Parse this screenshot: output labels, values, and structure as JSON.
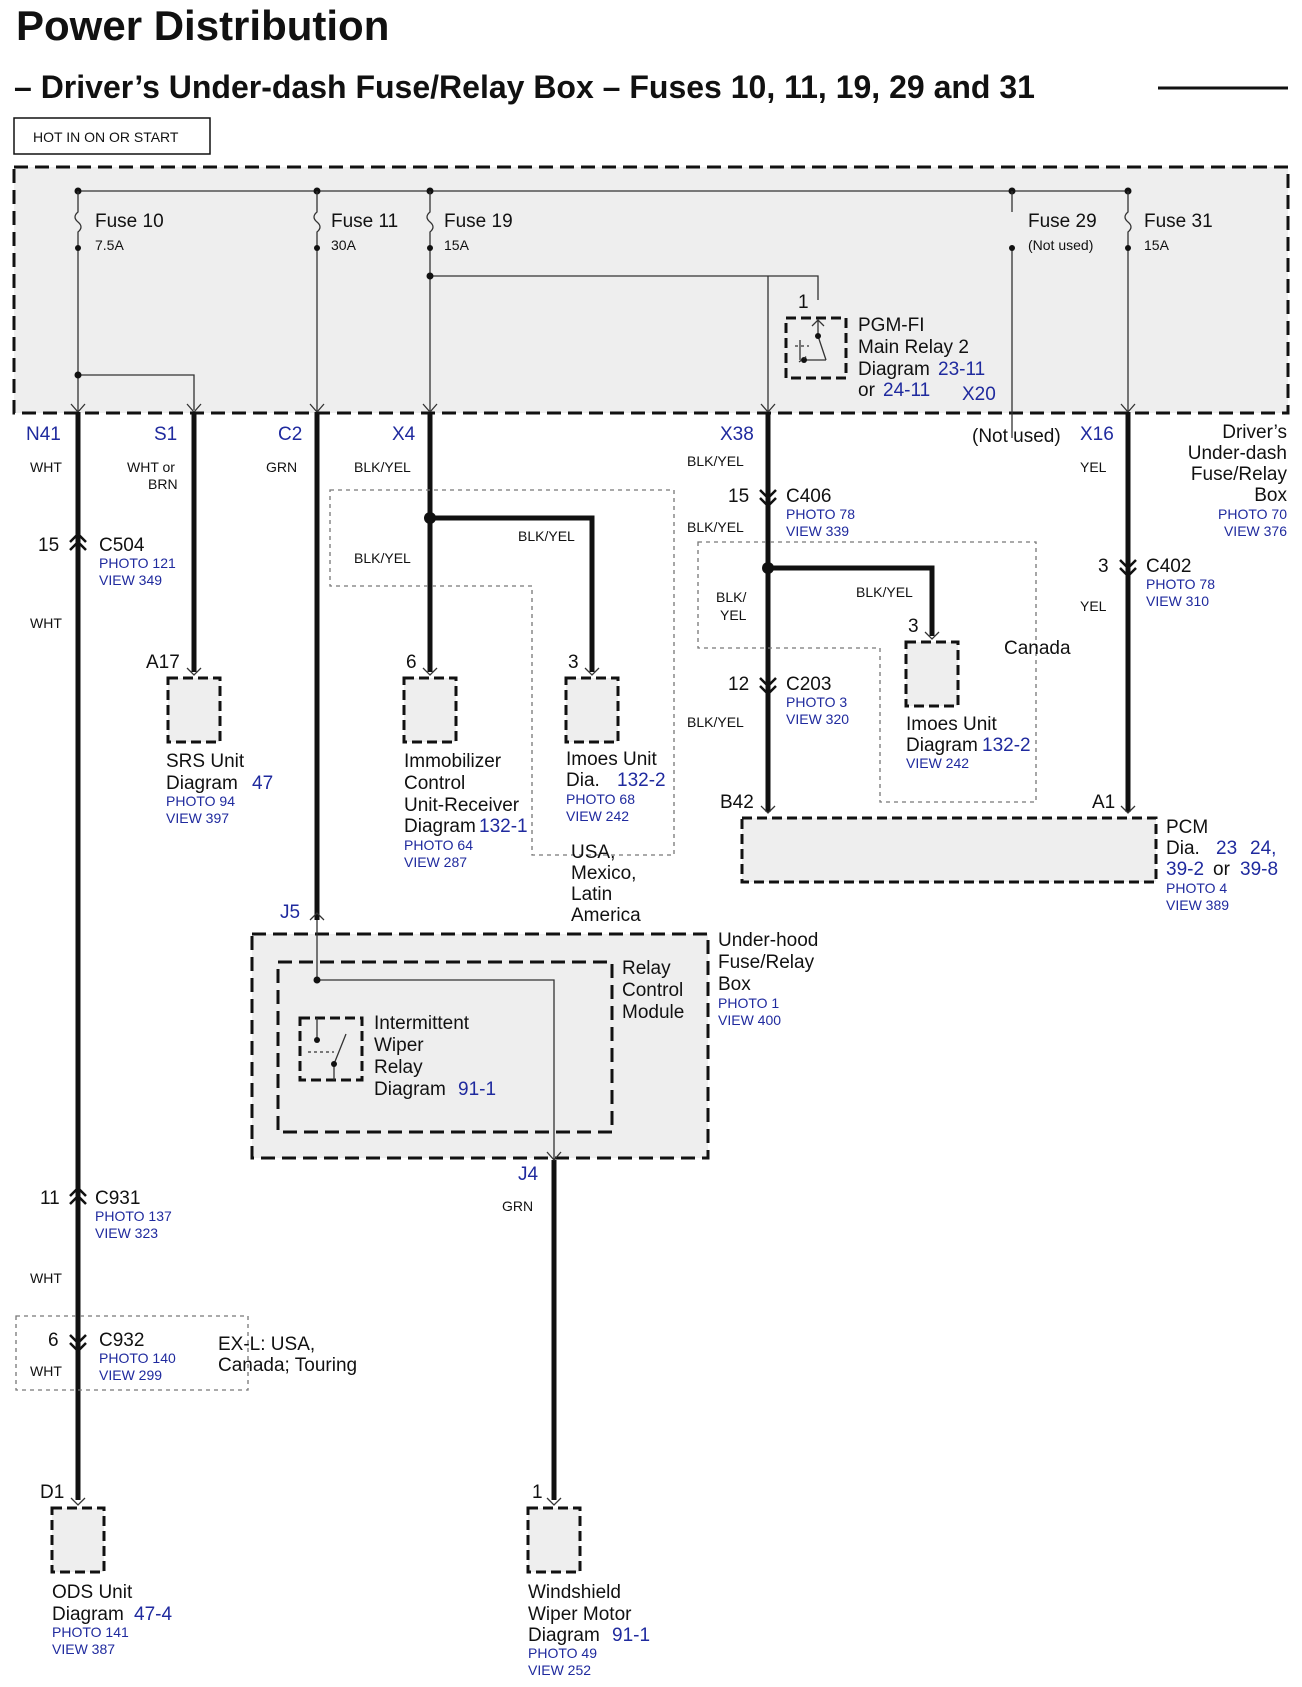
{
  "header": {
    "title": "Power Distribution",
    "subtitle": "– Driver’s Under-dash Fuse/Relay Box – Fuses 10, 11, 19, 29 and 31",
    "hot_label": "HOT IN ON OR START"
  },
  "fuses": [
    {
      "name": "Fuse 10",
      "rating": "7.5A"
    },
    {
      "name": "Fuse 11",
      "rating": "30A"
    },
    {
      "name": "Fuse 19",
      "rating": "15A"
    },
    {
      "name": "Fuse 29",
      "rating": "(Not used)"
    },
    {
      "name": "Fuse 31",
      "rating": "15A"
    }
  ],
  "relay_pgm": {
    "pin": "1",
    "line1": "PGM-FI",
    "line2": "Main Relay 2",
    "diag_word": "Diagram",
    "diag1": "23-11",
    "or_word": "or",
    "diag2": "24-11"
  },
  "box_terminals": {
    "n41": "N41",
    "s1": "S1",
    "c2": "C2",
    "x4": "X4",
    "x38": "X38",
    "x20": "X20",
    "x16": "X16",
    "x20_note": "(Not used)"
  },
  "underdash_box": {
    "line1": "Driver’s",
    "line2": "Under-dash",
    "line3": "Fuse/Relay",
    "line4": "Box",
    "photo": "PHOTO 70",
    "view": "VIEW 376"
  },
  "wires": {
    "wht": "WHT",
    "wht_or": "WHT or",
    "brn": "BRN",
    "grn": "GRN",
    "blkyel": "BLK/YEL",
    "blk_slash": "BLK/",
    "yel": "YEL"
  },
  "connectors": {
    "c504": {
      "pin": "15",
      "name": "C504",
      "photo": "PHOTO 121",
      "view": "VIEW 349"
    },
    "c406": {
      "pin": "15",
      "name": "C406",
      "photo": "PHOTO 78",
      "view": "VIEW 339"
    },
    "c402": {
      "pin": "3",
      "name": "C402",
      "photo": "PHOTO 78",
      "view": "VIEW 310"
    },
    "c203": {
      "pin": "12",
      "name": "C203",
      "photo": "PHOTO 3",
      "view": "VIEW 320"
    },
    "c931": {
      "pin": "11",
      "name": "C931",
      "photo": "PHOTO 137",
      "view": "VIEW 323"
    },
    "c932": {
      "pin": "6",
      "name": "C932",
      "photo": "PHOTO 140",
      "view": "VIEW 299"
    }
  },
  "regions": {
    "canada": "Canada",
    "usa1": "USA,",
    "usa2": "Mexico,",
    "usa3": "Latin",
    "usa4": "America",
    "exl1": "EX-L: USA,",
    "exl2": "Canada; Touring"
  },
  "components": {
    "srs": {
      "pin": "A17",
      "line1": "SRS Unit",
      "diag_word": "Diagram",
      "diag": "47",
      "photo": "PHOTO 94",
      "view": "VIEW 397"
    },
    "immob": {
      "pin": "6",
      "line1": "Immobilizer",
      "line2": "Control",
      "line3": "Unit-Receiver",
      "diag_word": "Diagram",
      "diag": "132-1",
      "photo": "PHOTO 64",
      "view": "VIEW 287"
    },
    "imoes_usa": {
      "pin": "3",
      "line1": "Imoes Unit",
      "diag_word": "Dia.",
      "diag": "132-2",
      "photo": "PHOTO 68",
      "view": "VIEW 242"
    },
    "imoes_can": {
      "pin": "3",
      "line1": "Imoes Unit",
      "diag_word": "Diagram",
      "diag": "132-2",
      "view": "VIEW 242"
    },
    "pcm": {
      "pin_b": "B42",
      "pin_a": "A1",
      "line1": "PCM",
      "diag_word": "Dia.",
      "d1": "23",
      "d2": "24,",
      "d3": "39-2",
      "or_word": "or",
      "d4": "39-8",
      "photo": "PHOTO 4",
      "view": "VIEW 389"
    },
    "underhood": {
      "j5": "J5",
      "j4": "J4",
      "line1": "Under-hood",
      "line2": "Fuse/Relay",
      "line3": "Box",
      "photo": "PHOTO 1",
      "view": "VIEW 400"
    },
    "relay_module": {
      "line1": "Relay",
      "line2": "Control",
      "line3": "Module"
    },
    "wiper_relay": {
      "line1": "Intermittent",
      "line2": "Wiper",
      "line3": "Relay",
      "diag_word": "Diagram",
      "diag": "91-1"
    },
    "ods": {
      "pin": "D1",
      "line1": "ODS Unit",
      "diag_word": "Diagram",
      "diag": "47-4",
      "photo": "PHOTO 141",
      "view": "VIEW 387"
    },
    "wiper_motor": {
      "pin": "1",
      "line1": "Windshield",
      "line2": "Wiper Motor",
      "diag_word": "Diagram",
      "diag": "91-1",
      "photo": "PHOTO 49",
      "view": "VIEW 252"
    }
  }
}
